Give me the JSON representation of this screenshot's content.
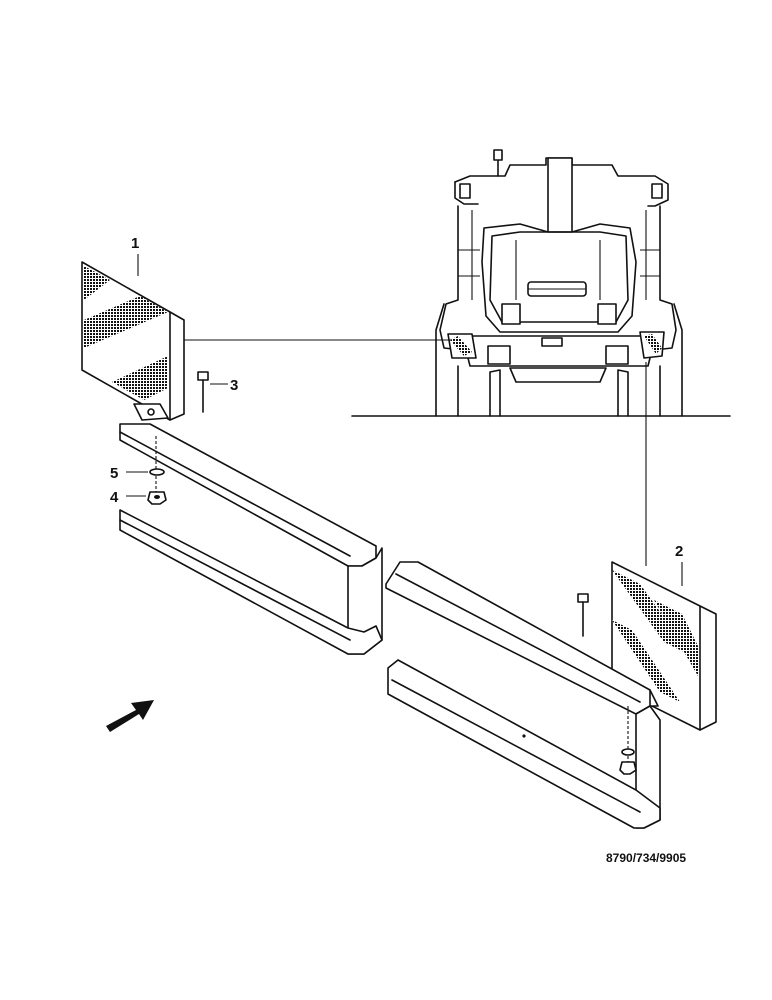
{
  "callouts": {
    "c1": "1",
    "c2": "2",
    "c3": "3",
    "c4": "4",
    "c5": "5"
  },
  "drawing_reference": "8790/734/9905",
  "colors": {
    "ink": "#111111",
    "background": "#ffffff"
  }
}
